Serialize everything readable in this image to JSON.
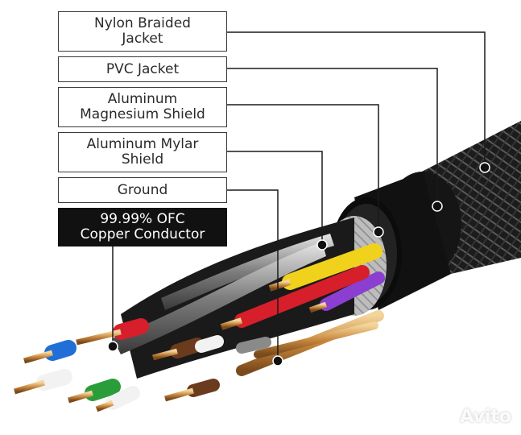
{
  "labels": {
    "nylon": "Nylon Braided\nJacket",
    "pvc": "PVC Jacket",
    "magnesium": "Aluminum\nMagnesium Shield",
    "mylar": "Aluminum Mylar\nShield",
    "ground": "Ground",
    "copper": "99.99% OFC\nCopper Conductor"
  },
  "watermark": {
    "text": "Avito",
    "icon": "avito-logo-icon"
  },
  "colors": {
    "conductor_yellow": "#f0d21c",
    "conductor_red": "#d61f2a",
    "conductor_purple": "#8a3fd0",
    "conductor_blue": "#1f6fd6",
    "conductor_green": "#2a9d3a",
    "conductor_brown": "#6b3b1e",
    "conductor_white": "#f2f2f2",
    "copper_strand": "#e2b36a",
    "jacket_black": "#1a1a1a"
  }
}
